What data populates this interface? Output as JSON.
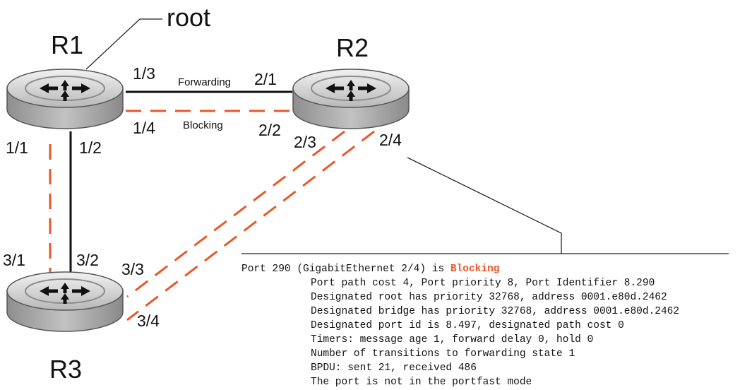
{
  "routers": {
    "r1": "R1",
    "r2": "R2",
    "r3": "R3"
  },
  "root_label": "root",
  "link_labels": {
    "forwarding": "Forwarding",
    "blocking": "Blocking"
  },
  "ports": {
    "p1_1": "1/1",
    "p1_2": "1/2",
    "p1_3": "1/3",
    "p1_4": "1/4",
    "p2_1": "2/1",
    "p2_2": "2/2",
    "p2_3": "2/3",
    "p2_4": "2/4",
    "p3_1": "3/1",
    "p3_2": "3/2",
    "p3_3": "3/3",
    "p3_4": "3/4"
  },
  "output": {
    "first_line_prefix": "Port 290 (GigabitEthernet 2/4) is ",
    "first_line_status": "Blocking",
    "lines": [
      "Port path cost 4, Port priority 8, Port Identifier 8.290",
      "Designated root has priority 32768, address 0001.e80d.2462",
      "Designated bridge has priority 32768, address 0001.e80d.2462",
      "Designated port id is 8.497, designated path cost 0",
      "Timers: message age 1, forward delay 0, hold 0",
      "Number of transitions to forwarding state 1",
      "BPDU: sent 21, received 486",
      "The port is not in the portfast mode"
    ]
  },
  "colors": {
    "blocking": "#e8582a",
    "forwarding": "#111111",
    "router_body": "#a7a7a7",
    "router_top": "#dcdcdc"
  },
  "icons": [
    "router-icon",
    "arrows-icon"
  ]
}
